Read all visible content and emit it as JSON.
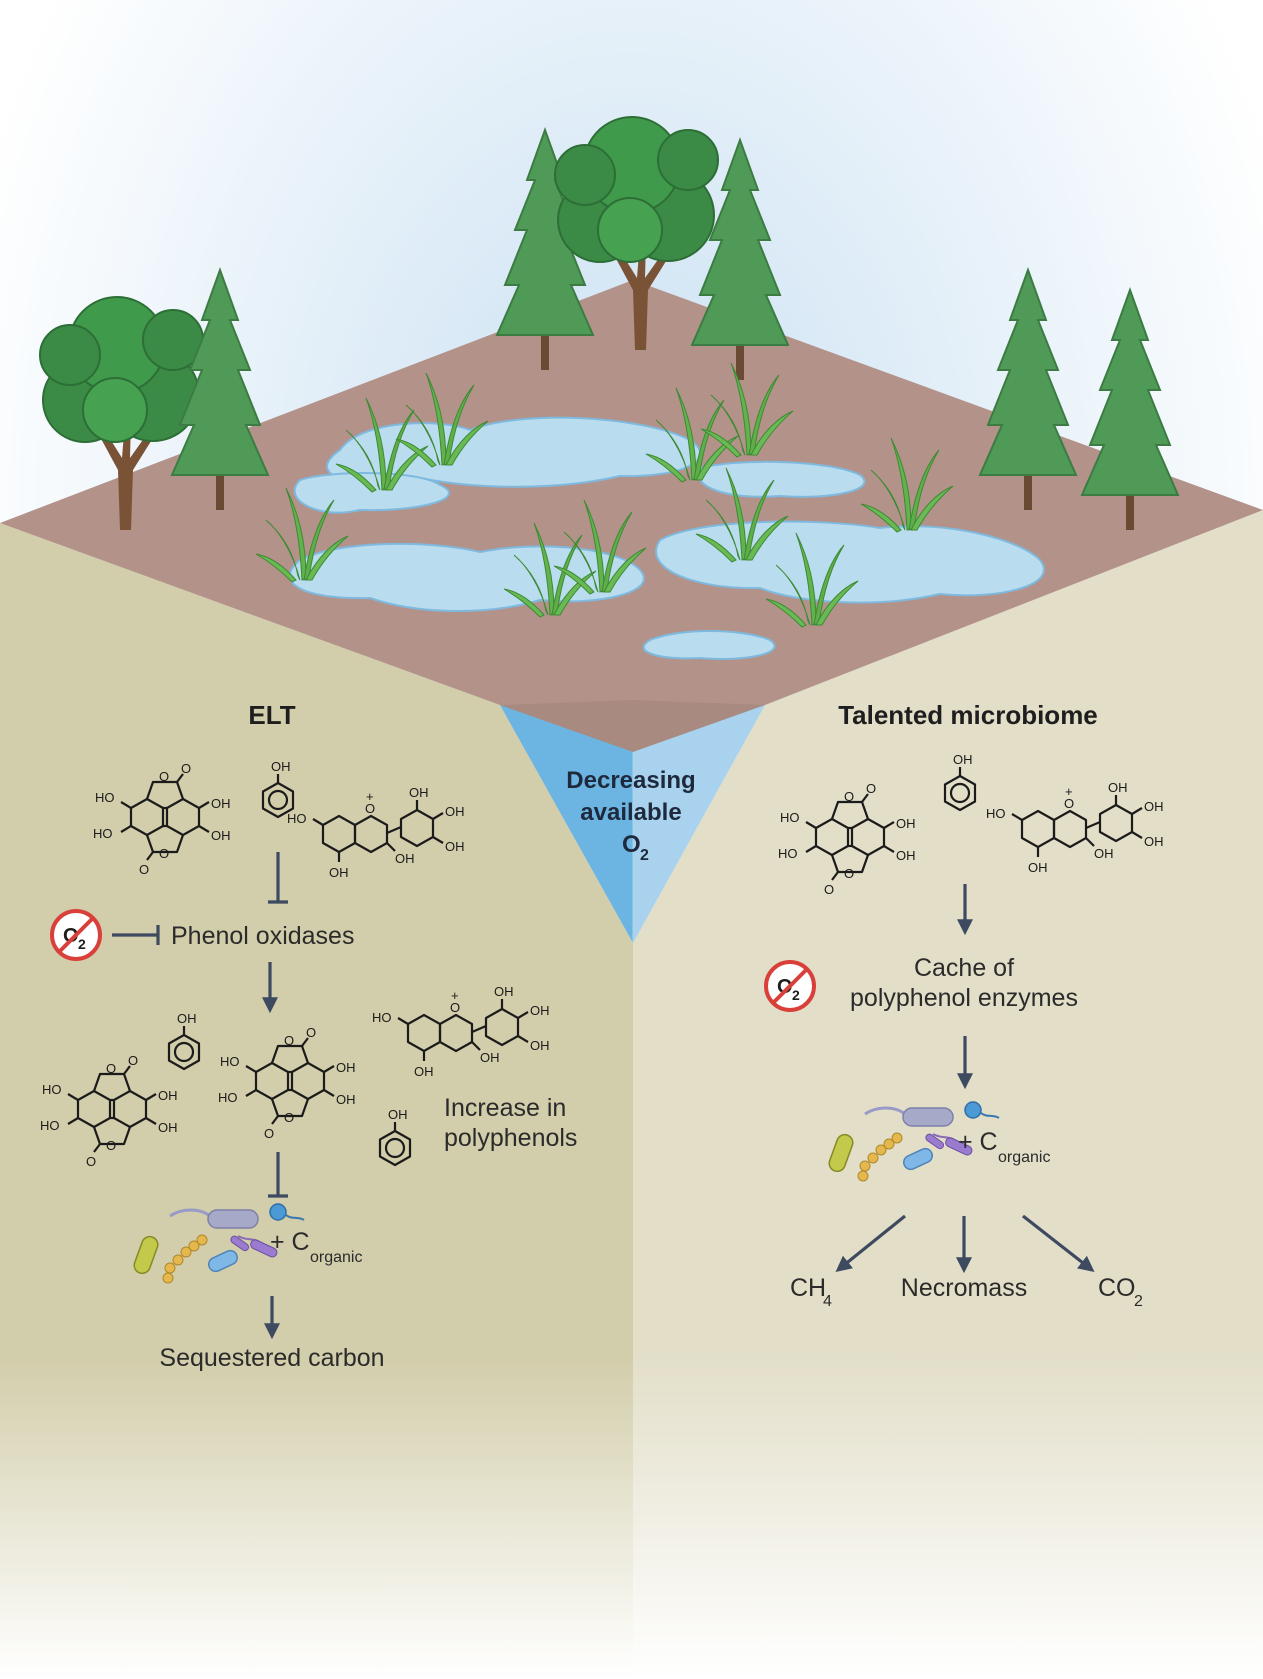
{
  "left_panel": {
    "title": "ELT",
    "phenol_oxidases": "Phenol oxidases",
    "increase_line1": "Increase in",
    "increase_line2": "polyphenols",
    "c_prefix": "+ C",
    "c_sub": "organic",
    "sequestered": "Sequestered carbon"
  },
  "center": {
    "line1": "Decreasing",
    "line2": "available",
    "o2_main": "O",
    "o2_sub": "2"
  },
  "right_panel": {
    "title": "Talented microbiome",
    "cache_line1": "Cache of",
    "cache_line2": "polyphenol enzymes",
    "c_prefix": "+ C",
    "c_sub": "organic",
    "ch4_main": "CH",
    "ch4_sub": "4",
    "necromass": "Necromass",
    "co2_main": "CO",
    "co2_sub": "2"
  },
  "o2_symbol": {
    "main": "O",
    "sub": "2"
  },
  "chem_labels": {
    "oh": "OH",
    "ho": "HO",
    "o": "O",
    "plus": "+"
  },
  "colors": {
    "sky": "#dbeaf5",
    "soil_top": "#b5948a",
    "soil_front_left": "#d4cfaf",
    "soil_front_right": "#e3dfc9",
    "water": "#b8dcef",
    "wedge": "#7cbde6",
    "deciduous_tree": "#3b8a45",
    "conifer": "#4f9a56",
    "grass": "#5fae4a",
    "arrow": "#3d4a60",
    "no_o2_red": "#d9403a"
  }
}
